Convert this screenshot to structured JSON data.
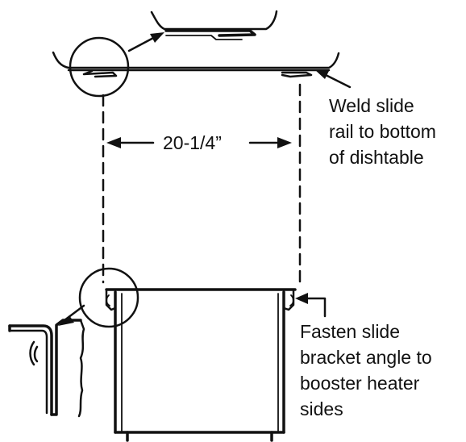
{
  "dimension_label": "20-1/4”",
  "callout_top": [
    "Weld slide",
    "rail to bottom",
    "of dishtable"
  ],
  "callout_bottom": [
    "Fasten slide",
    "bracket angle to",
    "booster heater",
    "sides"
  ],
  "colors": {
    "ink": "#111111",
    "background": "#ffffff"
  }
}
